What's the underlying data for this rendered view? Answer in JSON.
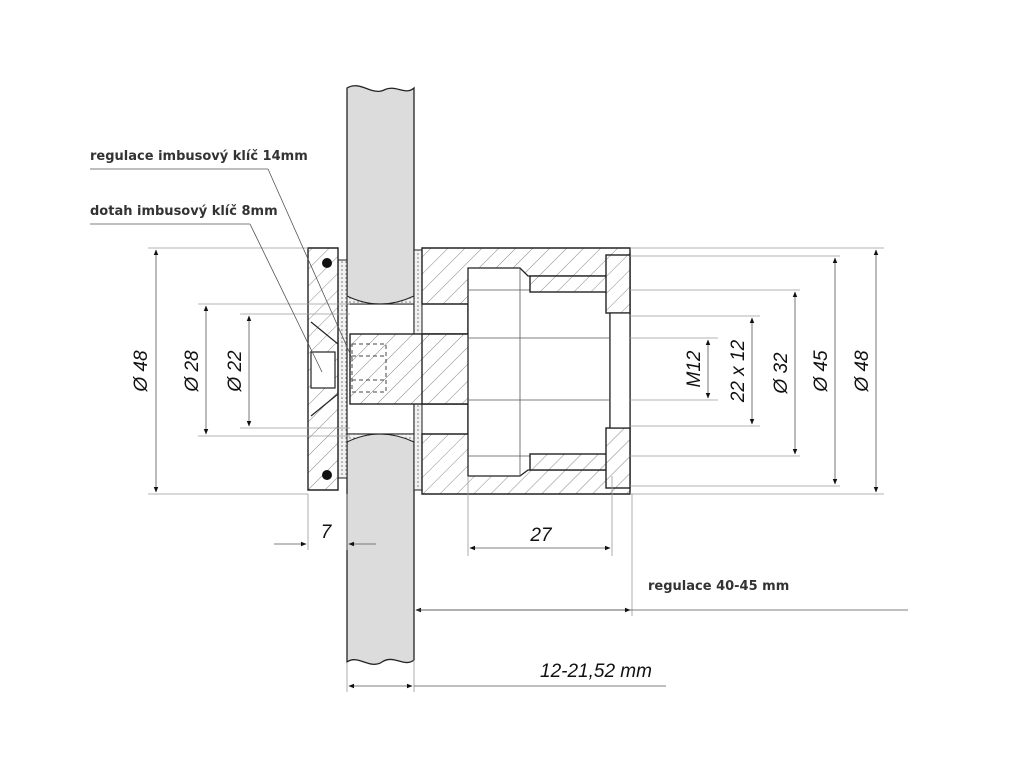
{
  "labels": {
    "regulace_klic": "regulace imbusový klíč 14mm",
    "dotah_klic": "dotah imbusový klíč 8mm",
    "regulace_rozsah": "regulace 40-45 mm"
  },
  "dimensions": {
    "d48_left": "Ø 48",
    "d28": "Ø 28",
    "d22": "Ø 22",
    "m12": "M12",
    "thread_22x12": "22 x 12",
    "d32": "Ø 32",
    "d45": "Ø 45",
    "d48_right": "Ø 48",
    "w7": "7",
    "w27": "27",
    "glass_thickness": "12-21,52 mm"
  },
  "colors": {
    "line": "#222222",
    "glass": "#dcdcdc",
    "hatch": "#888888",
    "text": "#333333"
  }
}
